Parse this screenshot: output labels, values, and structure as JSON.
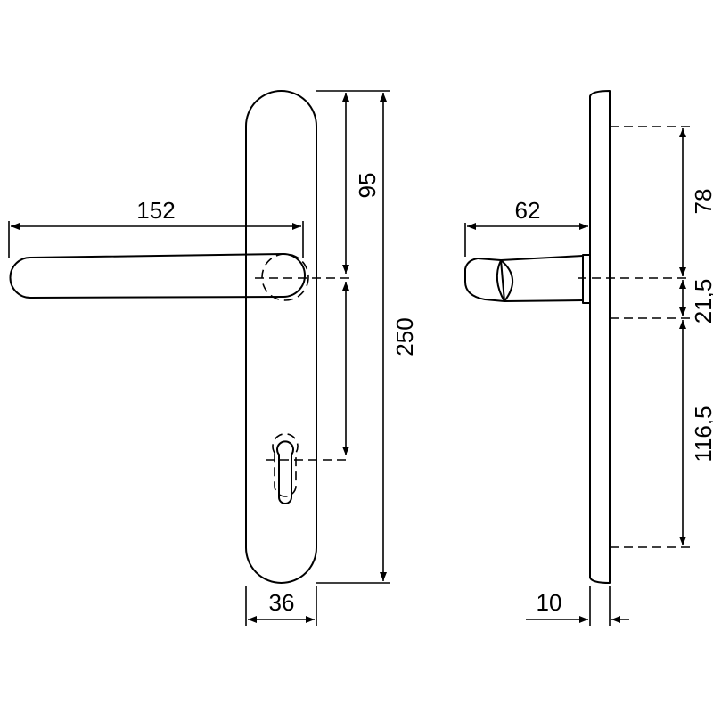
{
  "dimensions": {
    "lever_length": "152",
    "plate_width": "36",
    "top_to_spindle": "95",
    "plate_height": "250",
    "projection": "62",
    "plate_thickness": "10",
    "side_upper": "78",
    "side_spindle": "21,5",
    "side_lower": "116,5"
  }
}
